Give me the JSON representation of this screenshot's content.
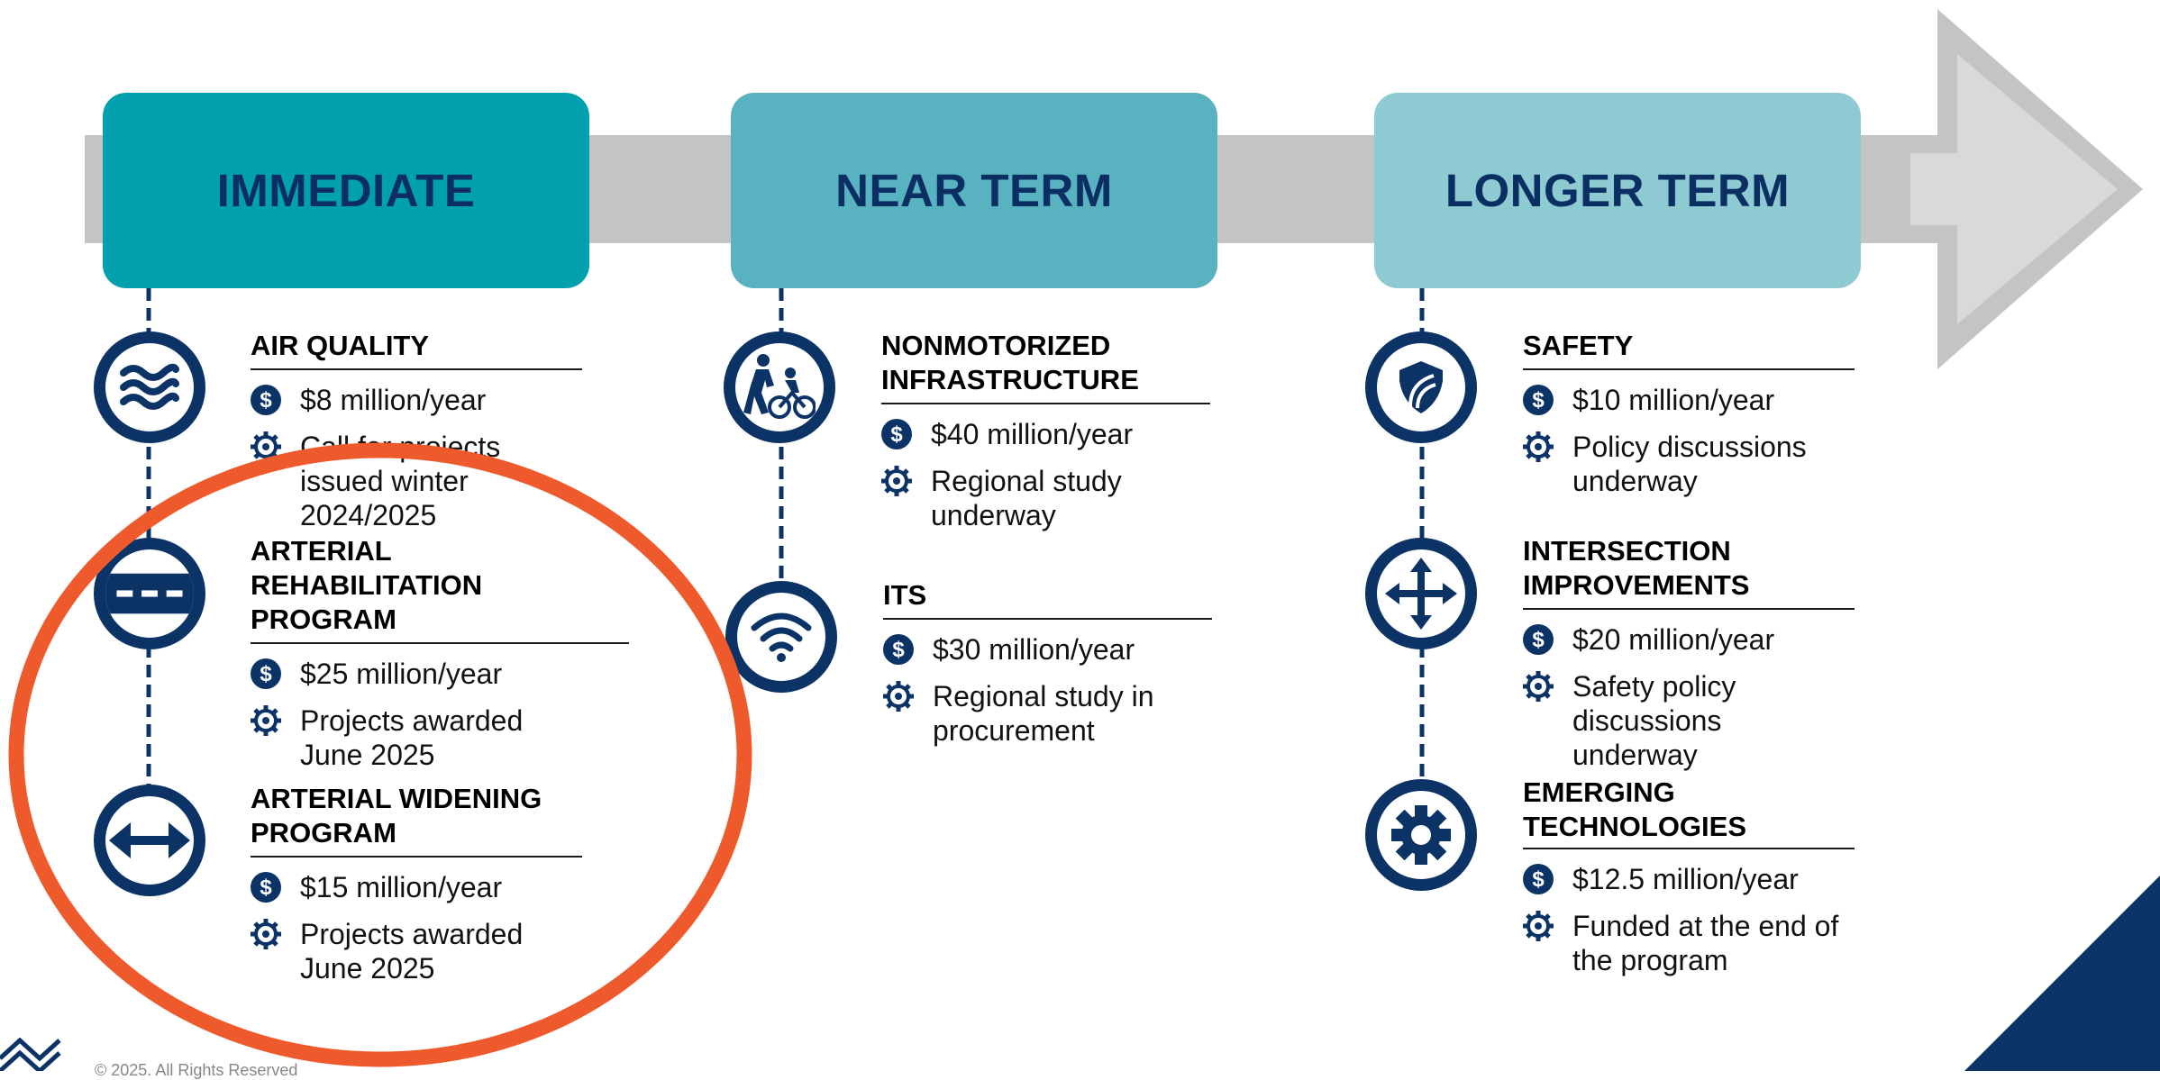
{
  "phases": [
    {
      "label": "IMMEDIATE",
      "color": "#00a1ad"
    },
    {
      "label": "NEAR TERM",
      "color": "#58b2bf"
    },
    {
      "label": "LONGER TERM",
      "color": "#8ecad1"
    }
  ],
  "colors": {
    "navy": "#0b3366",
    "arrow": "#c4c4c4",
    "highlight": "#ef5a2c"
  },
  "programs": {
    "air_quality": {
      "title": "AIR QUALITY",
      "funding": "$8 million/year",
      "status": "Call for projects issued winter 2024/2025",
      "icon": "waves-icon"
    },
    "arterial_rehab": {
      "title": "ARTERIAL REHABILITATION PROGRAM",
      "funding": "$25 million/year",
      "status": "Projects awarded June 2025",
      "icon": "road-icon"
    },
    "arterial_widening": {
      "title": "ARTERIAL WIDENING PROGRAM",
      "funding": "$15 million/year",
      "status": "Projects awarded June 2025",
      "icon": "double-arrow-icon"
    },
    "nonmotorized": {
      "title": "NONMOTORIZED INFRASTRUCTURE",
      "funding": "$40 million/year",
      "status": "Regional study underway",
      "icon": "pedestrian-bike-icon"
    },
    "its": {
      "title": "ITS",
      "funding": "$30 million/year",
      "status": "Regional study in procurement",
      "icon": "wifi-icon"
    },
    "safety": {
      "title": "SAFETY",
      "funding": "$10 million/year",
      "status": "Policy discussions underway",
      "icon": "shield-icon"
    },
    "intersection": {
      "title": "INTERSECTION IMPROVEMENTS",
      "funding": "$20 million/year",
      "status": "Safety policy discussions underway",
      "icon": "four-way-arrow-icon"
    },
    "emerging": {
      "title": "EMERGING TECHNOLOGIES",
      "funding": "$12.5 million/year",
      "status": "Funded at the end of the program",
      "icon": "gear-icon"
    }
  },
  "footer": "© 2025. All Rights Reserved"
}
